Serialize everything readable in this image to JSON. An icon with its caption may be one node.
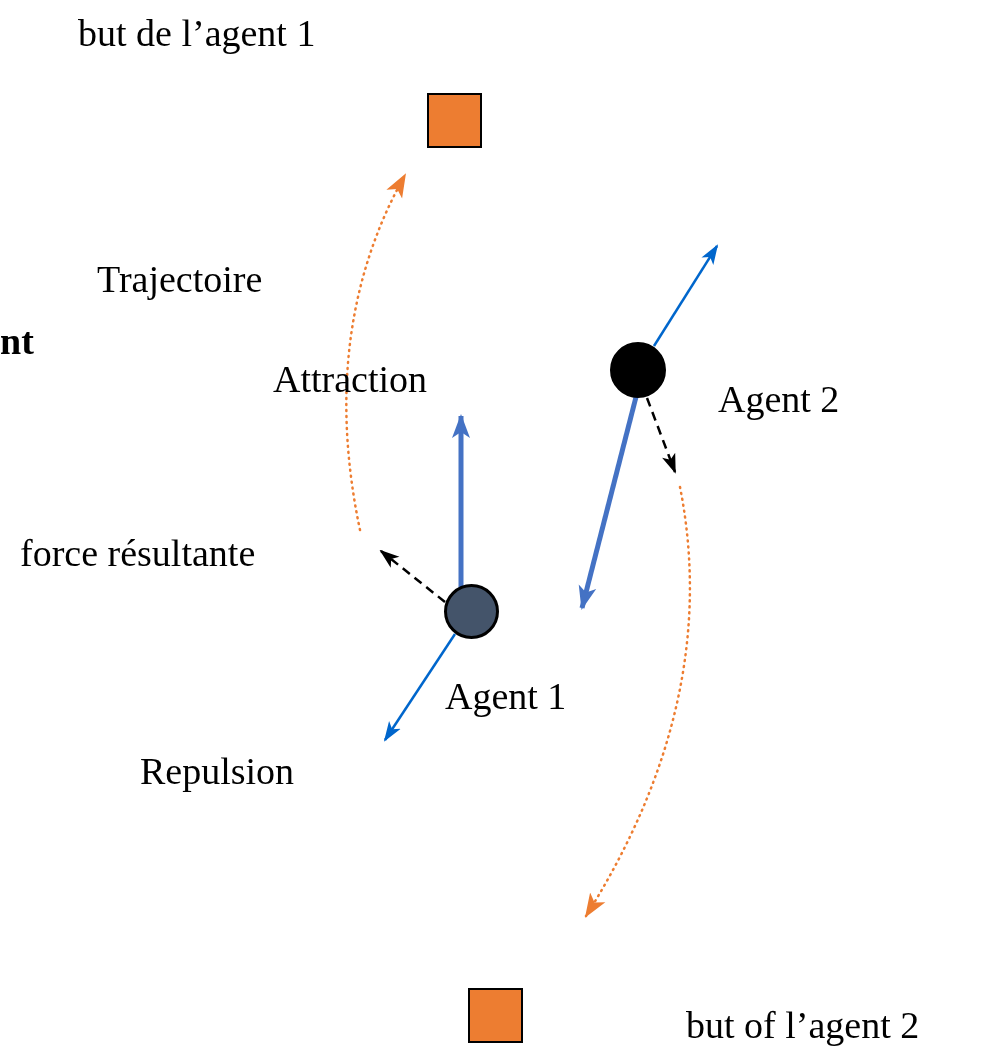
{
  "diagram": {
    "nodes": [
      {
        "text": [
          "but de l’agent 1"
        ]
      },
      {
        "text": [
          "Agent 2"
        ]
      },
      {
        "text": [
          "Agent 1"
        ]
      },
      {
        "text": [
          "but of l’agent 2"
        ]
      }
    ],
    "labels": [
      "nt",
      "Trajectoire",
      "Attraction",
      "force résultante",
      "Repulsion"
    ]
  }
}
